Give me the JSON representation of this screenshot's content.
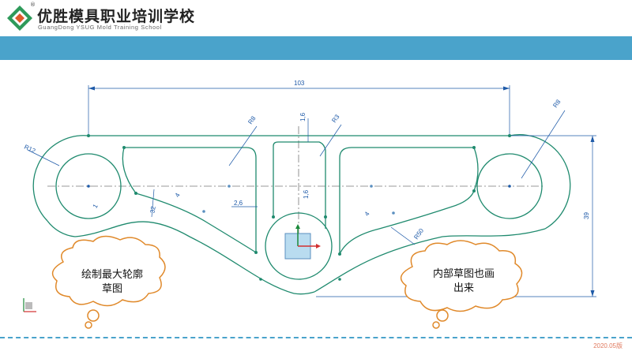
{
  "header": {
    "school_name": "优胜模具职业培训学校",
    "school_name_en": "GuangDong YSUG Mold Training School",
    "registered_mark": "®"
  },
  "callouts": {
    "left_line1": "绘制最大轮廓",
    "left_line2": "草图",
    "right_line1": "内部草图也画",
    "right_line2": "出来"
  },
  "dimensions": {
    "overall_width": "103",
    "height": "39",
    "r8_left": "R8",
    "r8_right": "R8",
    "r3": "R3",
    "r12": "R12",
    "r50": "R50",
    "d_1_6_top": "1,6",
    "d_1_6_mid": "1,6",
    "d_2_6": "2,6",
    "d_32": "32",
    "d_4_left": "4",
    "d_4_right": "4",
    "d_1": "1"
  },
  "footer": {
    "version": "2020.05版"
  },
  "colors": {
    "banner": "#4aa3cb",
    "sketch": "#1f8a6e",
    "dimension": "#1e5aa8"
  }
}
